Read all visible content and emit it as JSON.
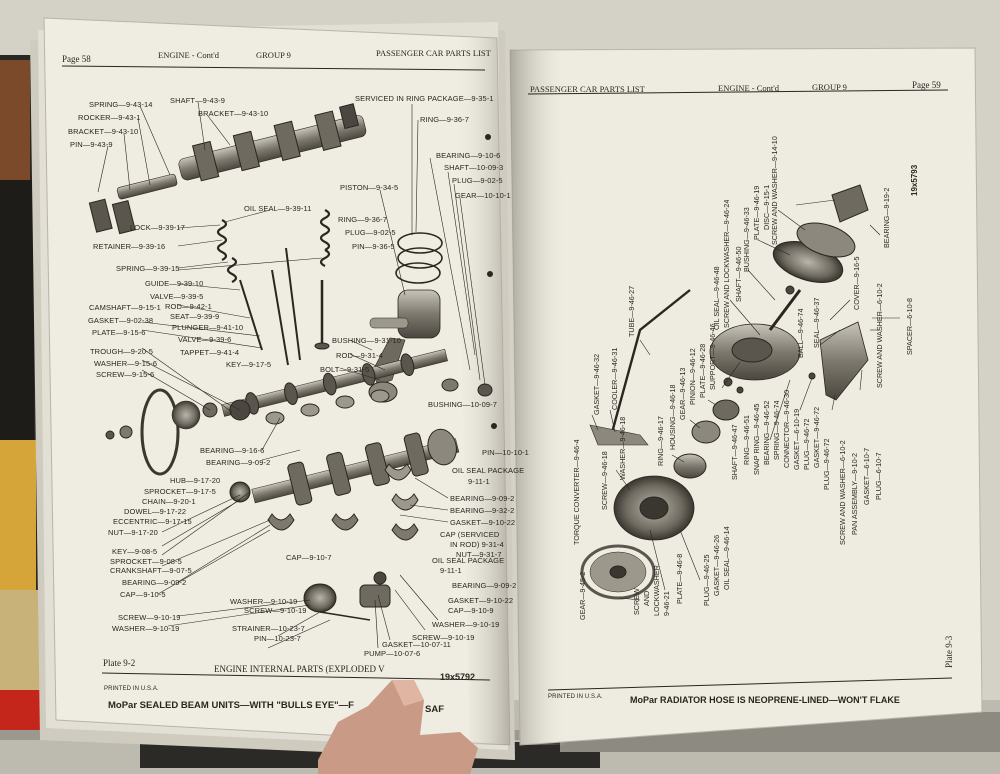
{
  "left_page": {
    "header": {
      "page_no": "Page 58",
      "section": "ENGINE - Cont'd",
      "group": "GROUP 9",
      "title": "PASSENGER CAR PARTS LIST"
    },
    "labels": [
      "SPRING—9-43-14",
      "ROCKER—9-43-1",
      "BRACKET—9-43-10",
      "PIN—9-43-9",
      "SHAFT—9-43-9",
      "BRACKET—9-43-10",
      "SERVICED IN RING PACKAGE—9-35-1",
      "RING—9-36-7",
      "BEARING—9-10-6",
      "SHAFT—10-09-3",
      "PLUG—9-02-5",
      "GEAR—10-10-1",
      "PISTON—9-34-5",
      "OIL SEAL—9-39-11",
      "LOCK—9-39-17",
      "RETAINER—9-39-16",
      "RING—9-36-7",
      "PLUG—9-02-5",
      "PIN—9-36-5",
      "SPRING—9-39-15",
      "GUIDE—9-39-10",
      "CAMSHAFT—9-15-1",
      "VALVE—9-39-5",
      "ROD—9-42-1",
      "GASKET—9-02-38",
      "SEAT—9-39-9",
      "PLATE—9-15-6",
      "PLUNGER—9-41-10",
      "VALVE—9-39-6",
      "TAPPET—9-41-4",
      "KEY—9-17-5",
      "TROUGH—9-20-5",
      "WASHER—9-15-6",
      "SCREW—9-15-6",
      "BUSHING—9-31-10",
      "ROD—9-31-4",
      "BOLT—9-31-5",
      "BUSHING—10-09-7",
      "PIN—10-10-1",
      "BEARING—9-16-6",
      "BEARING—9-09-2",
      "HUB—9-17-20",
      "SPROCKET—9-17-5",
      "CHAIN—9-20-1",
      "DOWEL—9-17-22",
      "ECCENTRIC—9-17-15",
      "NUT—9-17-20",
      "OIL SEAL PACKAGE",
      "9-11-1",
      "BEARING—9-09-2",
      "BEARING—9-32-2",
      "GASKET—9-10-22",
      "CAP (SERVICED",
      "IN ROD) 9-31-4",
      "NUT—9-31-7",
      "KEY—9-08-5",
      "SPROCKET—9-08-5",
      "CRANKSHAFT—9-07-5",
      "CAP—9-10-7",
      "OIL SEAL PACKAGE",
      "9-11-1",
      "BEARING—9-09-2",
      "BEARING—9-09-2",
      "CAP—9-10-5",
      "GASKET—9-10-22",
      "CAP—9-10-9",
      "WASHER—9-10-19",
      "SCREW—9-10-19",
      "SCREW—9-10-19",
      "WASHER—9-10-19",
      "STRAINER—10-23-7",
      "PIN—10-23-7",
      "WASHER—9-10-19",
      "SCREW—9-10-19",
      "GASKET—10-07-11",
      "PUMP—10-07-6"
    ],
    "plate": "Plate 9-2",
    "caption": "ENGINE INTERNAL PARTS (EXPLODED V",
    "number": "19x5792",
    "printed": "PRINTED IN U.S.A.",
    "footer": "MoPar SEALED BEAM UNITS—WITH \"BULLS EYE\"—F",
    "footer_end": "SAF"
  },
  "right_page": {
    "header": {
      "title": "PASSENGER CAR PARTS LIST",
      "section": "ENGINE - Cont'd",
      "group": "GROUP 9",
      "page_no": "Page 59"
    },
    "labels": [
      "GASKET—9-46-32",
      "COOLER—9-46-31",
      "TUBE—9-46-27",
      "TORQUE CONVERTER—9-46-4",
      "SCREW—9-46-18",
      "WASHER—9-46-18",
      "RING—9-46-17",
      "HOUSING—9-46-18",
      "GEAR—9-46-13",
      "PINION—9-46-12",
      "PLATE—9-46-28",
      "SUPPORT—9-46-46",
      "OIL SEAL—9-46-48",
      "SCREW AND LOCKWASHER—9-46-24",
      "SHAFT—9-46-50",
      "BUSHING—9-46-33",
      "PLATE—9-46-19",
      "DISC—9-15-1",
      "SCREW AND WASHER—9-14-10",
      "BEARING—9-19-2",
      "COVER—9-16-5",
      "BALL—9-46-74",
      "SEAL—9-46-37",
      "SCREW AND WASHER—6-10-2",
      "SPACER—6-10-8",
      "SHAFT—9-46-47",
      "RING—9-46-51",
      "SNAP RING—9-46-45",
      "BEARING—9-46-52",
      "SPRING—9-46-74",
      "CONNECTOR—9-46-30",
      "GASKET—6-10-19",
      "PLUG—9-46-72",
      "GASKET—9-46-72",
      "PLUG—9-46-72",
      "SCREW AND WASHER—6-10-2",
      "PAN ASSEMBLY—9-10-2",
      "GASKET—6-10-7",
      "PLUG—6-10-7",
      "GEAR—9-45-2",
      "SCREW",
      "AND",
      "LOCKWASHER",
      "9-46-21",
      "PLATE—9-46-8",
      "PLUG—9-46-25",
      "GASKET—9-46-26",
      "OIL SEAL—9-46-14"
    ],
    "number": "19x5793",
    "plate": "Plate 9-3",
    "printed": "PRINTED IN U.S.A.",
    "footer": "MoPar RADIATOR HOSE IS NEOPRENE-LINED—WON'T FLAKE"
  },
  "colors": {
    "paper": "#efece2",
    "ink": "#2a2620",
    "background": "#d9d6cc",
    "book_red": "#c5261c"
  }
}
